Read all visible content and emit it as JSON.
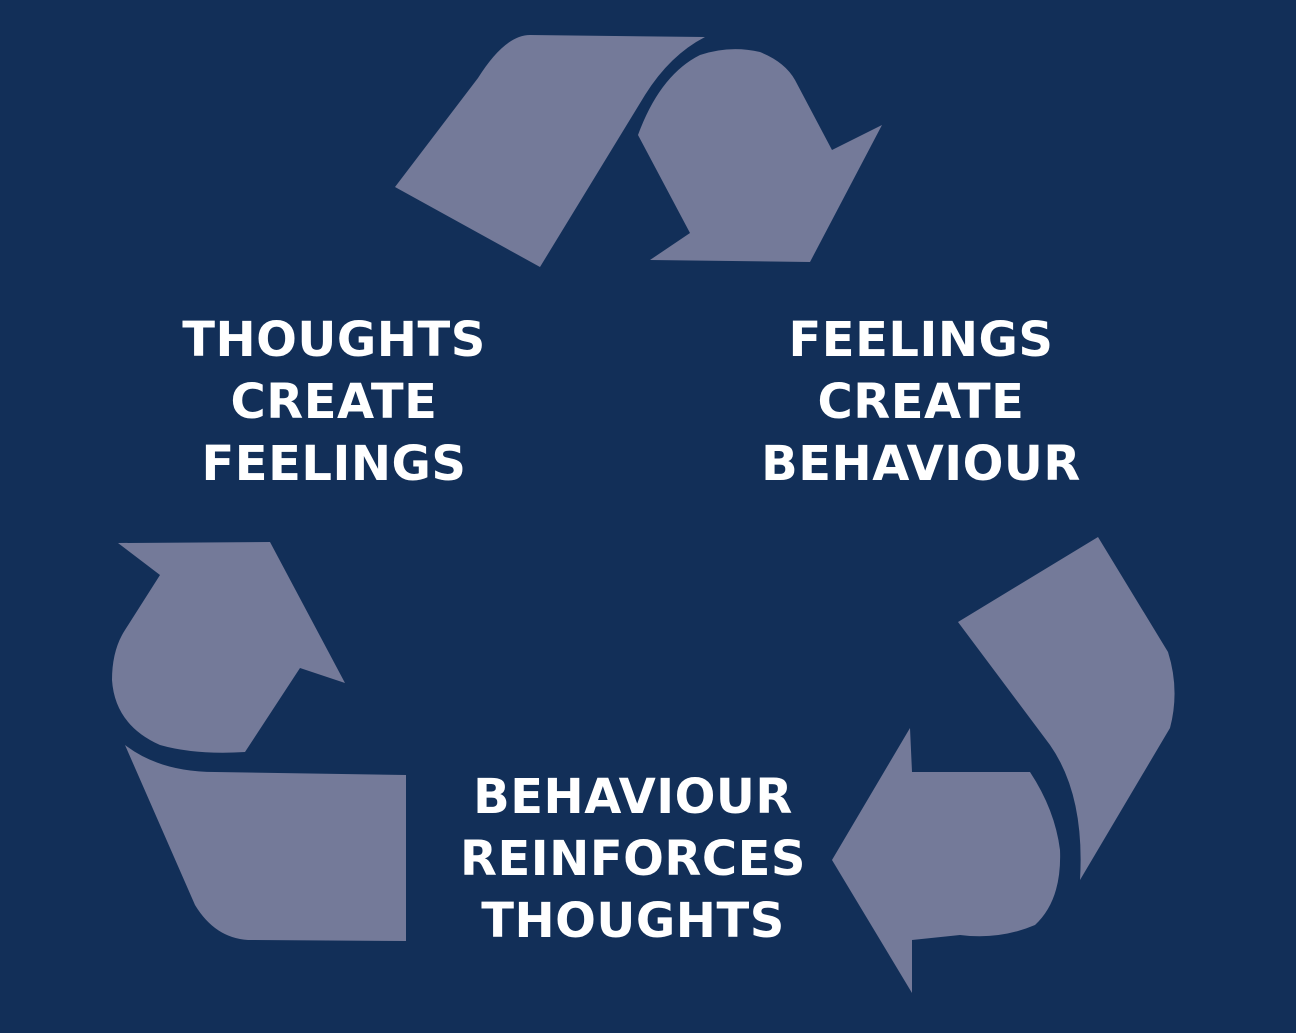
{
  "colors": {
    "background": "#122f58",
    "arrow": "#747a99",
    "text": "#ffffff"
  },
  "cycle": [
    {
      "id": "thoughts",
      "lines": [
        "THOUGHTS",
        "CREATE",
        "FEELINGS"
      ]
    },
    {
      "id": "feelings",
      "lines": [
        "FEELINGS",
        "CREATE",
        "BEHAVIOUR"
      ]
    },
    {
      "id": "behaviour",
      "lines": [
        "BEHAVIOUR",
        "REINFORCES",
        "THOUGHTS"
      ]
    }
  ],
  "icons": [
    "recycle-arrow-top-icon",
    "recycle-arrow-right-icon",
    "recycle-arrow-left-icon"
  ]
}
